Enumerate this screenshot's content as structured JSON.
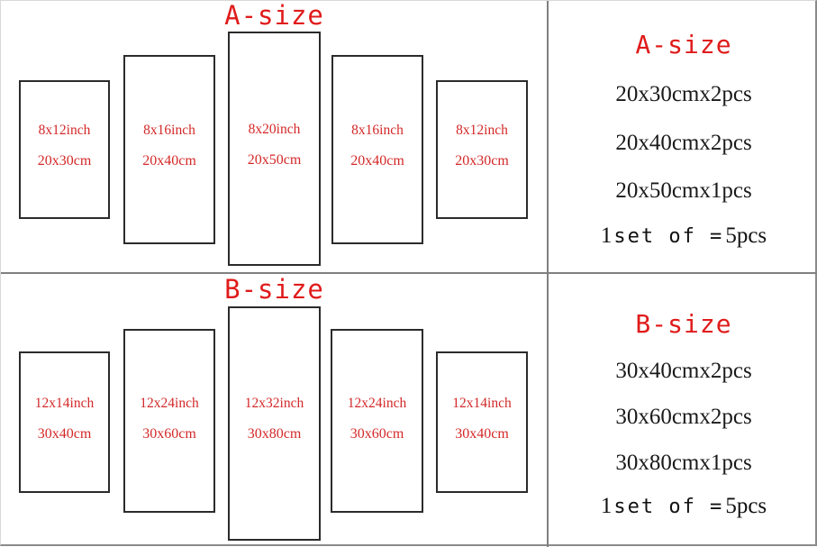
{
  "meta": {
    "accent_red": "#e01b1b",
    "label_red": "#d42828",
    "panel_border": "#2b2b2b",
    "divider": "#808080"
  },
  "sections": [
    {
      "id": "a-size",
      "title": "A-size",
      "panels": [
        {
          "inch": "8x12inch",
          "cm": "20x30cm"
        },
        {
          "inch": "8x16inch",
          "cm": "20x40cm"
        },
        {
          "inch": "8x20inch",
          "cm": "20x50cm"
        },
        {
          "inch": "8x16inch",
          "cm": "20x40cm"
        },
        {
          "inch": "8x12inch",
          "cm": "20x30cm"
        }
      ],
      "specs": {
        "title": "A-size",
        "lines": [
          "20x30cmx2pcs",
          "20x40cmx2pcs",
          "20x50cmx1pcs"
        ],
        "total": {
          "leading": "1",
          "middle": "set of =",
          "trailing": "5pcs"
        }
      }
    },
    {
      "id": "b-size",
      "title": "B-size",
      "panels": [
        {
          "inch": "12x14inch",
          "cm": "30x40cm"
        },
        {
          "inch": "12x24inch",
          "cm": "30x60cm"
        },
        {
          "inch": "12x32inch",
          "cm": "30x80cm"
        },
        {
          "inch": "12x24inch",
          "cm": "30x60cm"
        },
        {
          "inch": "12x14inch",
          "cm": "30x40cm"
        }
      ],
      "specs": {
        "title": "B-size",
        "lines": [
          "30x40cmx2pcs",
          "30x60cmx2pcs",
          "30x80cmx1pcs"
        ],
        "total": {
          "leading": "1",
          "middle": "set of =",
          "trailing": "5pcs"
        }
      }
    }
  ]
}
